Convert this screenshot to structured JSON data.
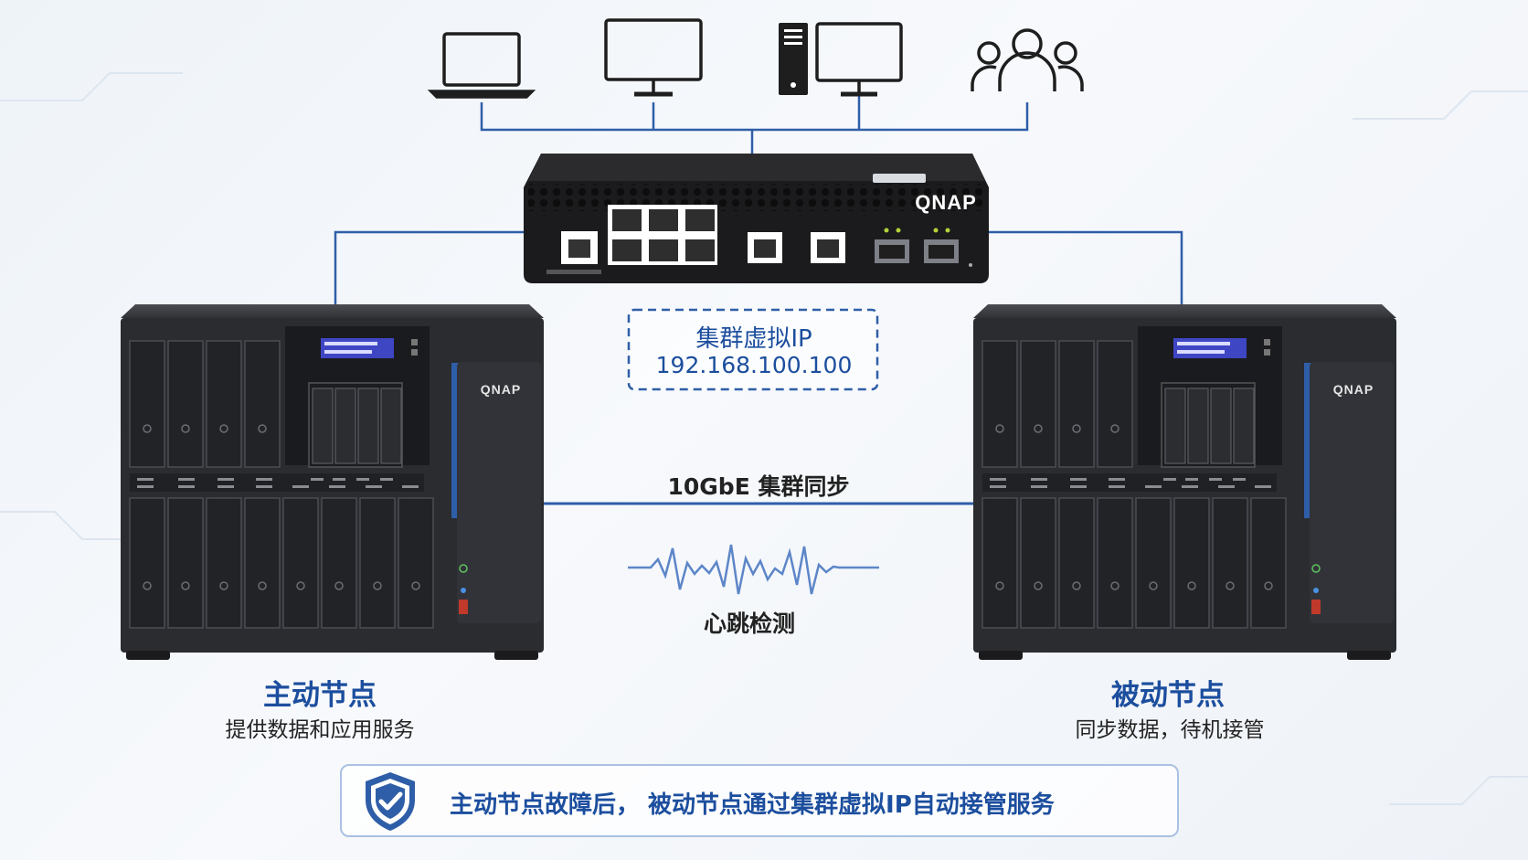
{
  "virtual_ip": {
    "title": "集群虚拟IP",
    "address": "192.168.100.100"
  },
  "links": {
    "sync_label": "10GbE 集群同步",
    "heartbeat_label": "心跳检测"
  },
  "active_node": {
    "title": "主动节点",
    "description": "提供数据和应用服务"
  },
  "passive_node": {
    "title": "被动节点",
    "description": "同步数据，待机接管"
  },
  "banner": {
    "text": "主动节点故障后， 被动节点通过集群虚拟IP自动接管服务"
  },
  "branding": {
    "switch_logo": "QNAP",
    "nas_logo": "QNAP"
  },
  "icons": [
    "laptop-icon",
    "monitor-icon",
    "desktop-tower-icon",
    "users-icon",
    "shield-check-icon"
  ],
  "colors": {
    "accent_blue": "#1c4e9e",
    "line_blue": "#2f5ea8",
    "device_dark": "#2a2c30"
  }
}
